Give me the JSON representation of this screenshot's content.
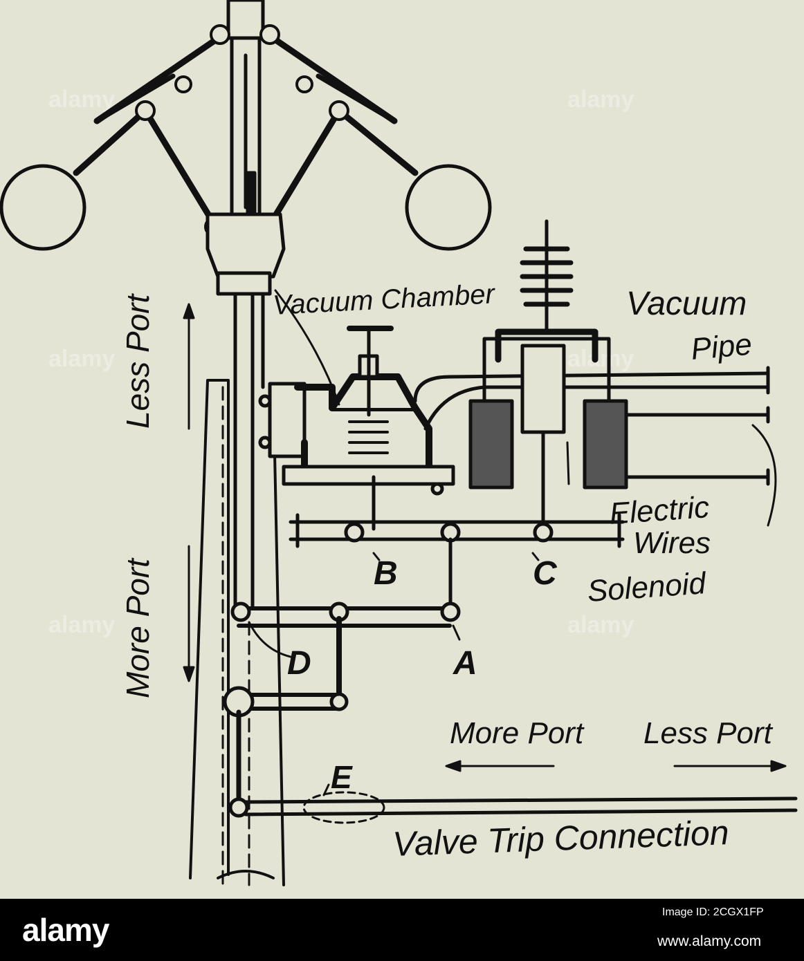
{
  "labels": {
    "vacuum_chamber": "Vacuum Chamber",
    "vacuum_pipe_1": "Vacuum",
    "vacuum_pipe_2": "Pipe",
    "less_port_vertical": "Less Port",
    "more_port_vertical": "More Port",
    "electric_1": "Electric",
    "electric_2": "Wires",
    "solenoid": "Solenoid",
    "b": "B",
    "c": "C",
    "a": "A",
    "d": "D",
    "e": "E",
    "more_port_horizontal": "More Port",
    "less_port_horizontal": "Less Port",
    "valve_trip": "Valve Trip Connection"
  },
  "watermark": "alamy",
  "footer": {
    "brand": "alamy",
    "image_id": "Image ID: 2CGX1FP",
    "url": "www.alamy.com"
  },
  "colors": {
    "paper": "#e3e4d4",
    "ink": "#111111",
    "footer_bg": "#000000"
  }
}
